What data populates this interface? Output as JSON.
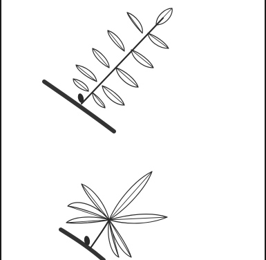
{
  "figure": {
    "panels": [
      {
        "id": "pinnate-compound-leaf",
        "leaflet_count": 11
      },
      {
        "id": "palmate-compound-leaf",
        "leaflet_count": 6
      }
    ]
  },
  "colors": {
    "line": "#2a2a2a",
    "border": "#1a1a1a",
    "background": "#ffffff"
  }
}
